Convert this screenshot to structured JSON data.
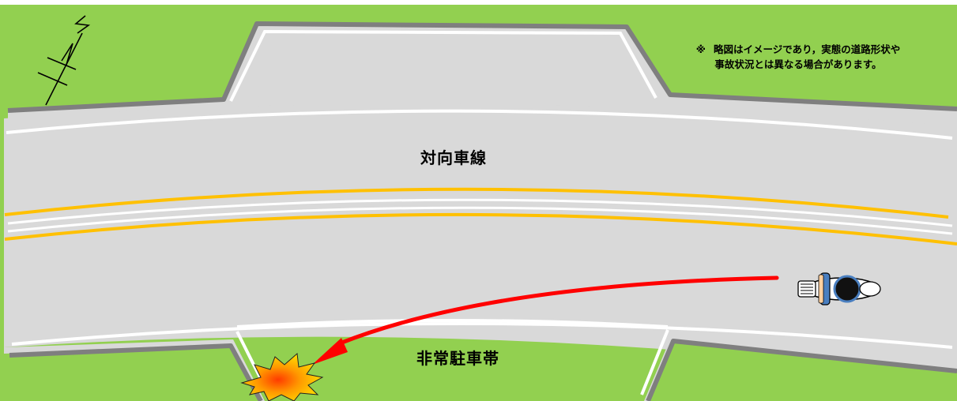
{
  "labels": {
    "oncoming_lane": "対向車線",
    "emergency_parking_zone": "非常駐車帯"
  },
  "note": {
    "mark": "※",
    "line1": "略図はイメージであり，実態の道路形状や",
    "line2": "事故状況とは異なる場合があります。"
  },
  "compass": {
    "glyph": "N"
  },
  "colors": {
    "grass": "#92d050",
    "road": "#d9d9d9",
    "curb": "#7f7f7f",
    "white_line": "#ffffff",
    "center_line": "#ffc000",
    "trajectory_arrow": "#ff0000",
    "impact_fill": "#ffd800",
    "motorcycle_rider": "#4a7fc0"
  },
  "icons": [
    "north-arrow-icon",
    "motorcycle-icon",
    "impact-burst-icon",
    "trajectory-arrow-icon"
  ]
}
